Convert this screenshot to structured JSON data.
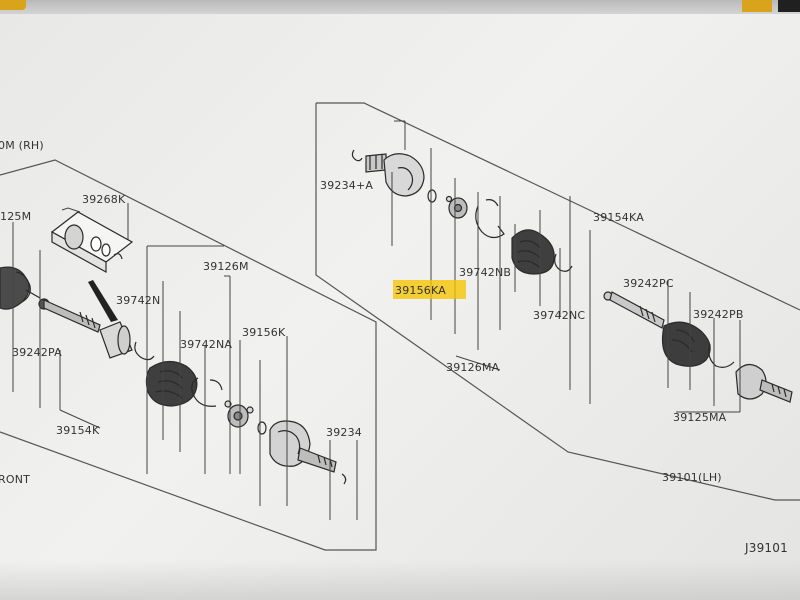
{
  "diagram": {
    "rh": {
      "header": "0M (RH)",
      "labels": {
        "p39268k": "39268K",
        "p39125m": "125M",
        "p39126m": "39126M",
        "p39742n": "39742N",
        "p39156k": "39156K",
        "p39742na": "39742NA",
        "p39242pa": "39242PA",
        "p39154k": "39154K",
        "p39234": "39234",
        "front": "RONT"
      }
    },
    "lh": {
      "labels": {
        "p39234a": "39234+A",
        "p39154ka": "39154KA",
        "p39742nb": "39742NB",
        "p39156ka": "39156KA",
        "p39242pc": "39242PC",
        "p39242pb": "39242PB",
        "p39742nc": "39742NC",
        "p39126ma": "39126MA",
        "p39125ma": "39125MA",
        "p39101lh": "39101(LH)"
      }
    },
    "code": "J39101",
    "highlight_color": "#f5c400"
  }
}
